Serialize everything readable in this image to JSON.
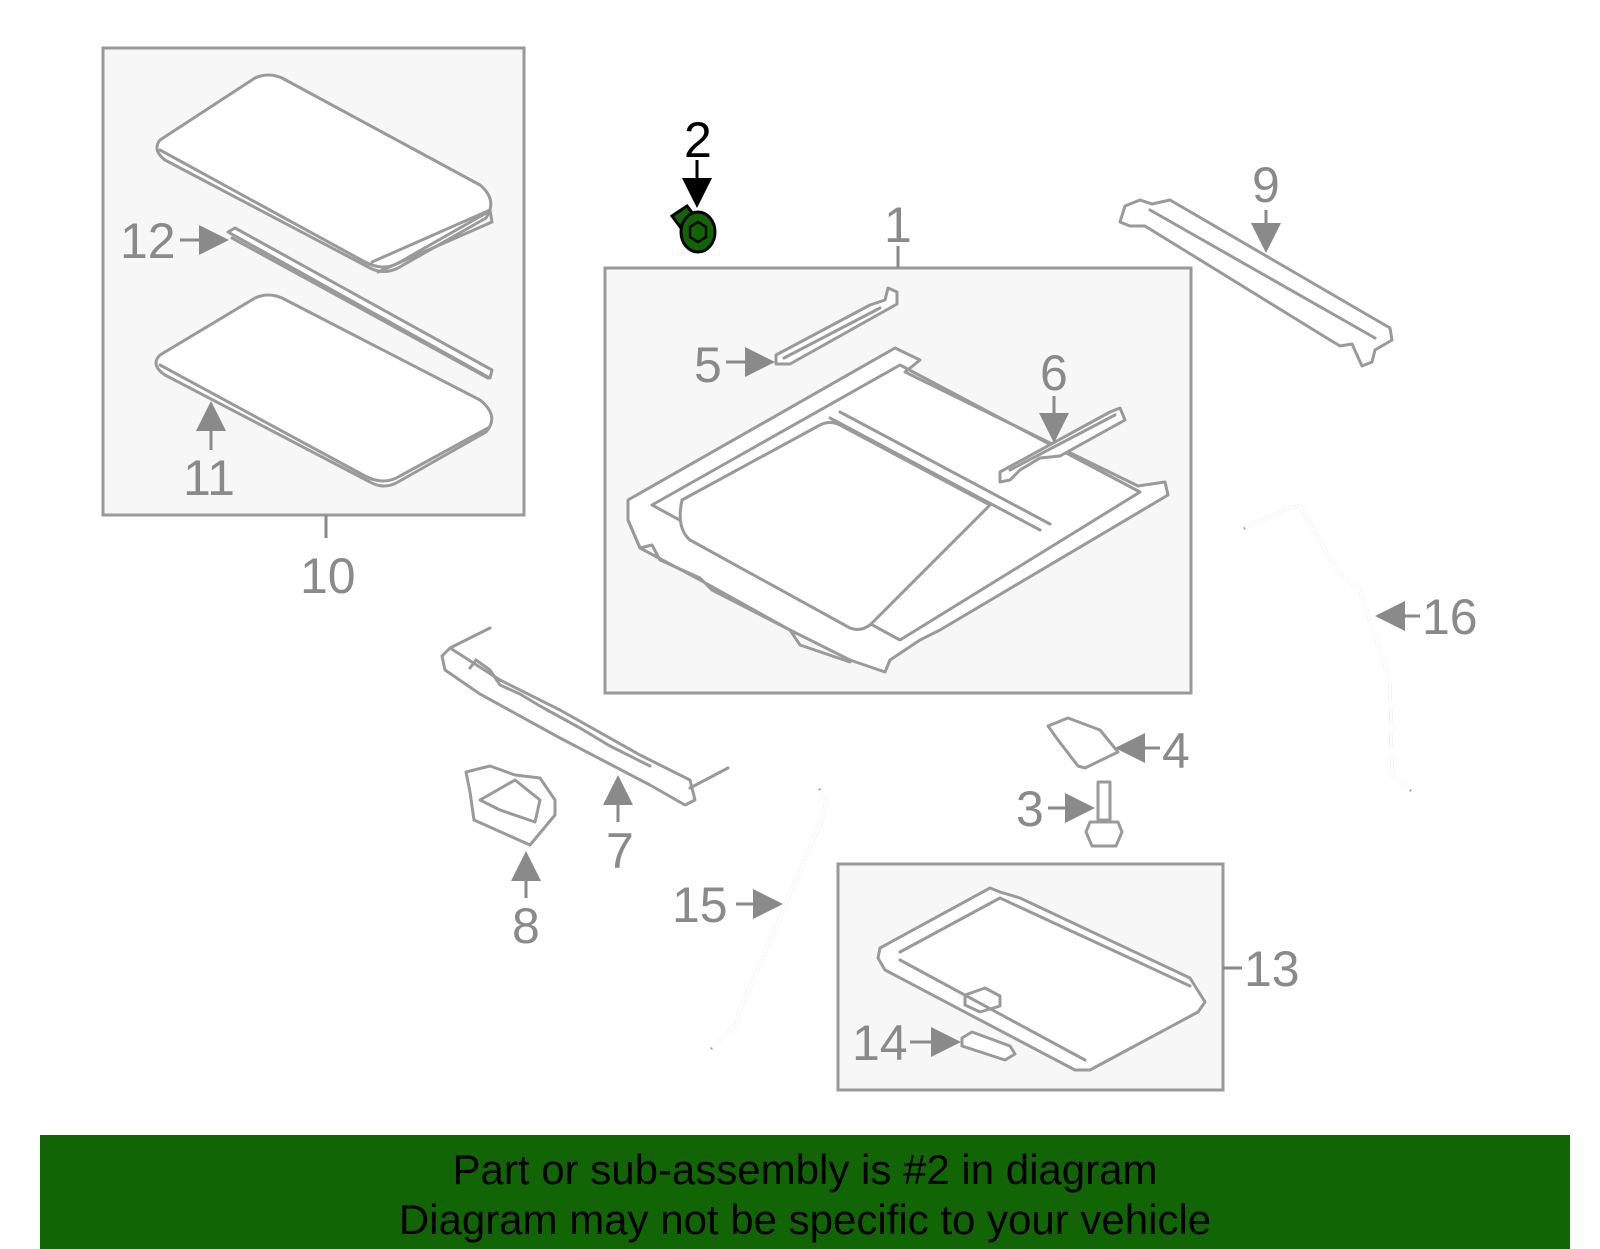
{
  "diagram": {
    "highlight_color": "#116505",
    "callouts": {
      "c1": "1",
      "c2": "2",
      "c3": "3",
      "c4": "4",
      "c5": "5",
      "c6": "6",
      "c7": "7",
      "c8": "8",
      "c9": "9",
      "c10": "10",
      "c11": "11",
      "c12": "12",
      "c13": "13",
      "c14": "14",
      "c15": "15",
      "c16": "16"
    },
    "highlighted_part": "2"
  },
  "banner": {
    "line1": "Part or sub-assembly is #2 in diagram",
    "line2": "Diagram may not be specific to your vehicle",
    "background": "#116505"
  }
}
